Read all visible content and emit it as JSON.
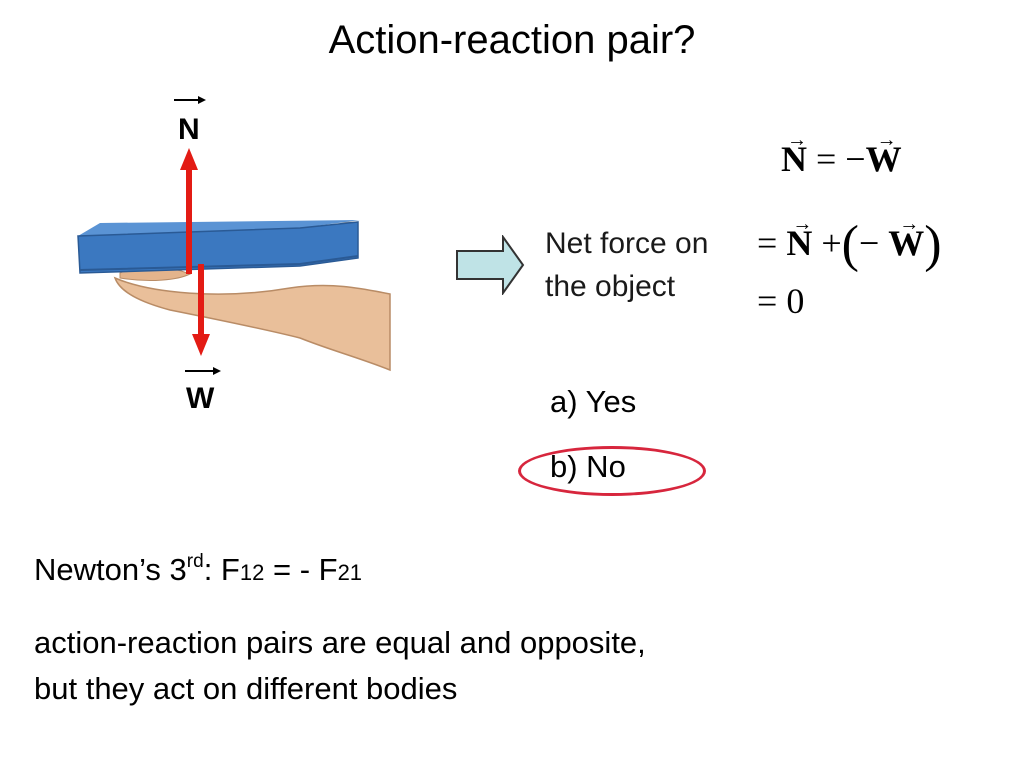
{
  "title": "Action-reaction pair?",
  "figure": {
    "normal_label": "N",
    "weight_label": "W",
    "book_color": "#3b78c0",
    "hand_color": "#e9bf9a",
    "arrow_color": "#e31b14"
  },
  "arrow_block_color": "#bfe3e6",
  "net_force": {
    "line1": "Net force on",
    "line2": "the object"
  },
  "equations": {
    "eq1": {
      "lhs": "N",
      "op": "= −",
      "rhs": "W"
    },
    "eq2": {
      "prefix": "=",
      "a": "N",
      "op": "+",
      "open": "(",
      "neg": "−",
      "b": "W",
      "close": ")"
    },
    "eq3": {
      "prefix": "=",
      "value": "0"
    }
  },
  "options": {
    "a": "a) Yes",
    "b": "b) No"
  },
  "highlight_color": "#d7263d",
  "newton": {
    "prefix": "Newton’s 3",
    "sup": "rd",
    "colon": ": F",
    "sub1": "12",
    "mid": " = - F",
    "sub2": "21"
  },
  "explanation": {
    "line1": "action-reaction pairs are equal and opposite,",
    "line2": "but they act on different bodies"
  }
}
